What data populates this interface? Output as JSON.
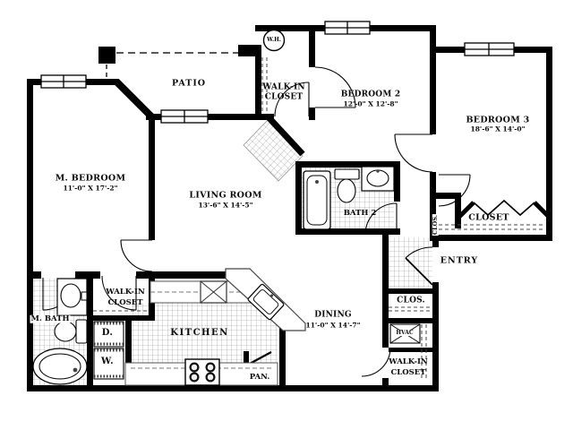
{
  "rooms": {
    "m_bedroom": {
      "name": "M. BEDROOM",
      "dims": "11'-0\" X 17'-2\""
    },
    "patio": {
      "name": "PATIO"
    },
    "wh": {
      "name": "W.H."
    },
    "walkin_top": {
      "line1": "WALK-IN",
      "line2": "CLOSET"
    },
    "bedroom2": {
      "name": "BEDROOM 2",
      "dims": "12'-0\" X 12'-8\""
    },
    "bedroom3": {
      "name": "BEDROOM 3",
      "dims": "18'-6\" X 14'-0\""
    },
    "living": {
      "name": "LIVING ROOM",
      "dims": "13'-6\" X 14'-5\""
    },
    "bath2": {
      "name": "BATH 2"
    },
    "closet_b3": {
      "name": "CLOSET"
    },
    "clos_vertical": {
      "name": "CLOS."
    },
    "entry": {
      "name": "ENTRY"
    },
    "m_bath": {
      "name": "M. BATH"
    },
    "walkin_left": {
      "line1": "WALK-IN",
      "line2": "CLOSET"
    },
    "dryer": {
      "name": "D."
    },
    "washer": {
      "name": "W."
    },
    "kitchen": {
      "name": "KITCHEN"
    },
    "dining": {
      "name": "DINING",
      "dims": "11'-0\" X 14'-7\""
    },
    "pantry": {
      "name": "PAN."
    },
    "clos_entry": {
      "name": "CLOS."
    },
    "hvac": {
      "name": "HVAC"
    },
    "walkin_br": {
      "line1": "WALK-IN",
      "line2": "CLOSET"
    }
  },
  "colors": {
    "wall": "#000000",
    "tile_line": "#8f8f8f",
    "background": "#ffffff"
  }
}
